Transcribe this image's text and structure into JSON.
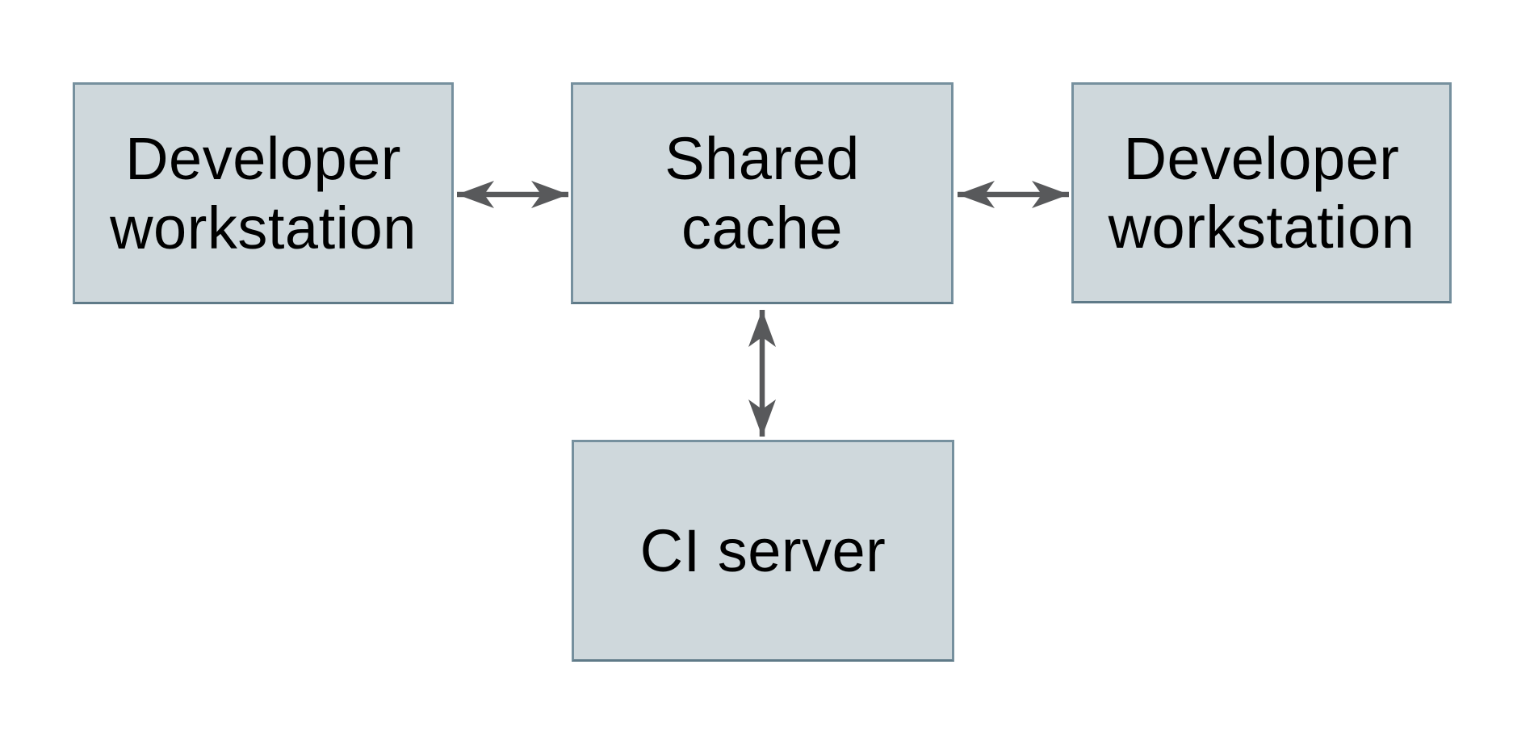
{
  "diagram": {
    "type": "architecture-diagram",
    "description": "Shared build cache topology diagram",
    "colors": {
      "background": "#ffffff",
      "node_fill": "#cfd8dc",
      "node_border": "#76909e",
      "arrow": "#58595b",
      "text": "#000000"
    },
    "nodes": {
      "dev_left": {
        "id": "developer-workstation-left",
        "label": "Developer workstation"
      },
      "shared_cache": {
        "id": "shared-cache",
        "label": "Shared cache"
      },
      "dev_right": {
        "id": "developer-workstation-right",
        "label": "Developer workstation"
      },
      "ci_server": {
        "id": "ci-server",
        "label": "CI server"
      }
    },
    "edges": [
      {
        "from": "developer-workstation-left",
        "to": "shared-cache",
        "direction": "bidirectional"
      },
      {
        "from": "developer-workstation-right",
        "to": "shared-cache",
        "direction": "bidirectional"
      },
      {
        "from": "ci-server",
        "to": "shared-cache",
        "direction": "bidirectional"
      }
    ]
  }
}
